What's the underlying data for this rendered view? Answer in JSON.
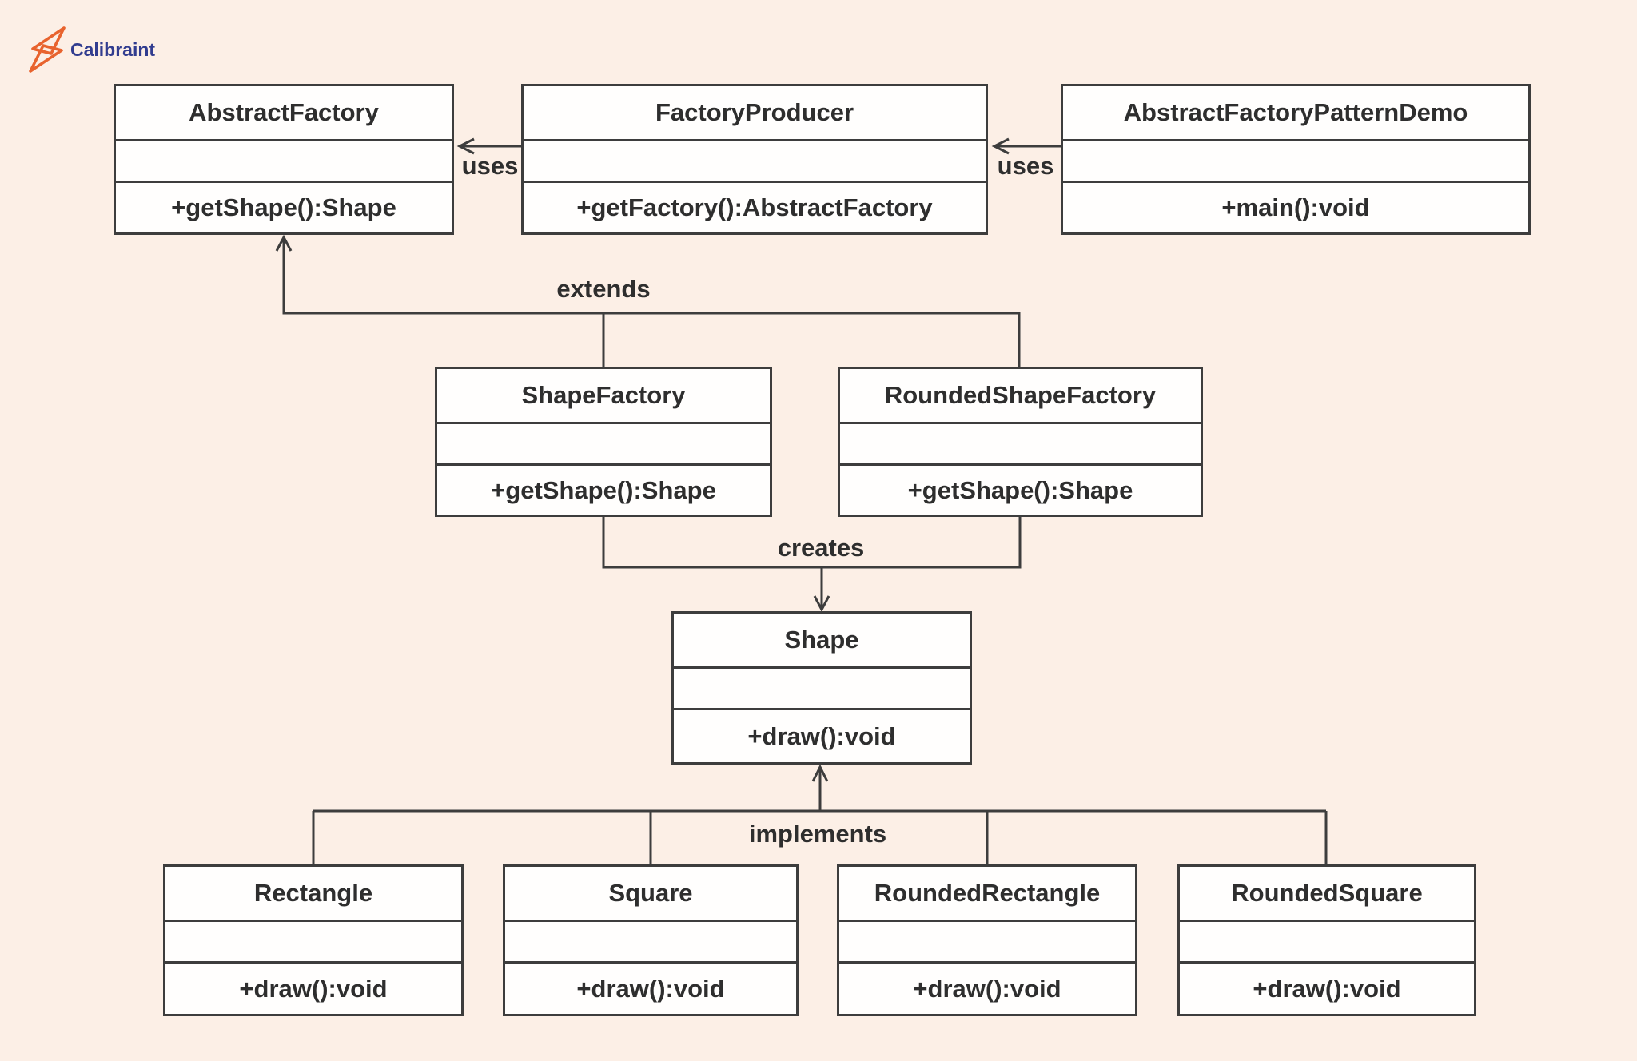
{
  "page": {
    "background_color": "#fcefe6",
    "box_fill_color": "#fffefd",
    "line_color": "#3d3d3d",
    "text_color": "#2e2e2e"
  },
  "logo": {
    "text": "Calibraint",
    "text_color": "#313c8f",
    "mark_color": "#e8632e",
    "mark_icon": "calibraint-zigzag"
  },
  "diagram": {
    "type": "uml-class-diagram",
    "classes": [
      {
        "name": "AbstractFactory",
        "attributes": "",
        "methods": [
          "+getShape():Shape"
        ]
      },
      {
        "name": "FactoryProducer",
        "attributes": "",
        "methods": [
          "+getFactory():AbstractFactory"
        ]
      },
      {
        "name": "AbstractFactoryPatternDemo",
        "attributes": "",
        "methods": [
          "+main():void"
        ]
      },
      {
        "name": "ShapeFactory",
        "attributes": "",
        "methods": [
          "+getShape():Shape"
        ]
      },
      {
        "name": "RoundedShapeFactory",
        "attributes": "",
        "methods": [
          "+getShape():Shape"
        ]
      },
      {
        "name": "Shape",
        "attributes": "",
        "methods": [
          "+draw():void"
        ]
      },
      {
        "name": "Rectangle",
        "attributes": "",
        "methods": [
          "+draw():void"
        ]
      },
      {
        "name": "Square",
        "attributes": "",
        "methods": [
          "+draw():void"
        ]
      },
      {
        "name": "RoundedRectangle",
        "attributes": "",
        "methods": [
          "+draw():void"
        ]
      },
      {
        "name": "RoundedSquare",
        "attributes": "",
        "methods": [
          "+draw():void"
        ]
      }
    ],
    "relationships": [
      {
        "label": "uses",
        "from": "FactoryProducer",
        "to": "AbstractFactory"
      },
      {
        "label": "uses",
        "from": "AbstractFactoryPatternDemo",
        "to": "FactoryProducer"
      },
      {
        "label": "extends",
        "from": "ShapeFactory, RoundedShapeFactory",
        "to": "AbstractFactory"
      },
      {
        "label": "creates",
        "from": "ShapeFactory, RoundedShapeFactory",
        "to": "Shape"
      },
      {
        "label": "implements",
        "from": "Rectangle, Square, RoundedRectangle, RoundedSquare",
        "to": "Shape"
      }
    ]
  }
}
